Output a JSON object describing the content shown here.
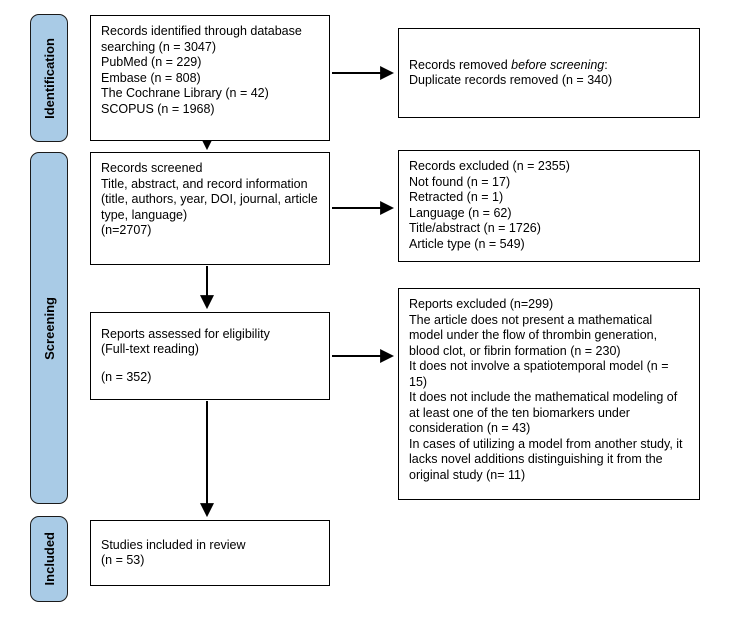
{
  "stages": [
    {
      "label": "Identification"
    },
    {
      "label": "Screening"
    },
    {
      "label": "Included"
    }
  ],
  "boxes": {
    "identified": {
      "lines": [
        "Records identified through database searching (n = 3047)",
        "PubMed (n = 229)",
        "Embase (n = 808)",
        "The Cochrane Library (n = 42)",
        "SCOPUS (n = 1968)"
      ]
    },
    "removed": {
      "prefix": "Records removed ",
      "italic": "before screening",
      "suffix": ":",
      "detail": "Duplicate records removed (n = 340)"
    },
    "screened": {
      "lines": [
        "Records screened",
        "Title, abstract, and record information (title, authors, year, DOI, journal, article type, language)",
        "(n=2707)"
      ]
    },
    "records_excluded": {
      "lines": [
        "Records excluded (n = 2355)",
        "Not found (n = 17)",
        "Retracted (n = 1)",
        "Language (n = 62)",
        "Title/abstract (n = 1726)",
        "Article type (n = 549)"
      ]
    },
    "assessed": {
      "lines": [
        "Reports assessed for eligibility",
        "(Full-text reading)",
        "(n = 352)"
      ]
    },
    "reports_excluded": {
      "lines": [
        "Reports excluded (n=299)",
        "The article does not present a mathematical model under the flow of thrombin generation, blood clot, or fibrin formation (n = 230)",
        "It does not involve a spatiotemporal model (n = 15)",
        "It does not include the mathematical modeling of at least one of the ten biomarkers under consideration (n = 43)",
        "In cases of utilizing a model from another study, it lacks novel additions distinguishing it from the original study (n= 11)"
      ]
    },
    "included": {
      "lines": [
        "Studies included in review",
        "(n = 53)"
      ]
    }
  },
  "colors": {
    "stage_fill": "#a9cbe6",
    "box_border": "#000000",
    "arrow": "#000000"
  }
}
